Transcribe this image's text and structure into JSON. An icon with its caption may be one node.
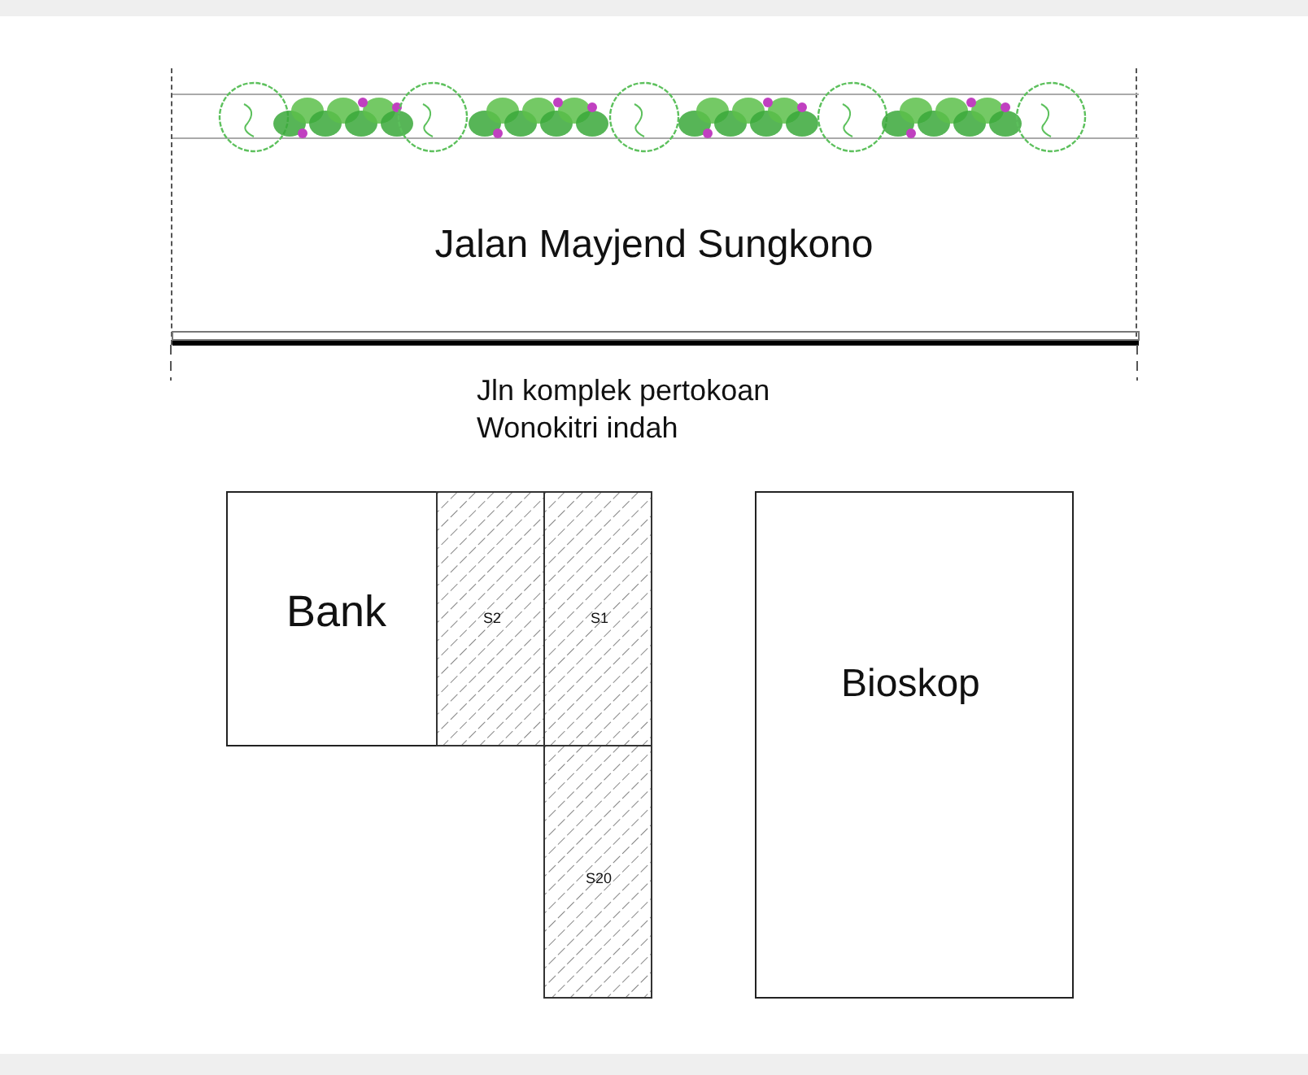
{
  "diagram": {
    "nodes": [
      {
        "text": [
          "Jalan Mayjend Sungkono"
        ]
      },
      {
        "text": [
          "Bank"
        ]
      },
      {
        "text": [
          "S2"
        ]
      },
      {
        "text": [
          "S1"
        ]
      },
      {
        "text": [
          "S20"
        ]
      },
      {
        "text": [
          "Bioskop"
        ]
      }
    ],
    "labels": [
      "Jln komplek pertokoan Wonokitri indah"
    ]
  }
}
